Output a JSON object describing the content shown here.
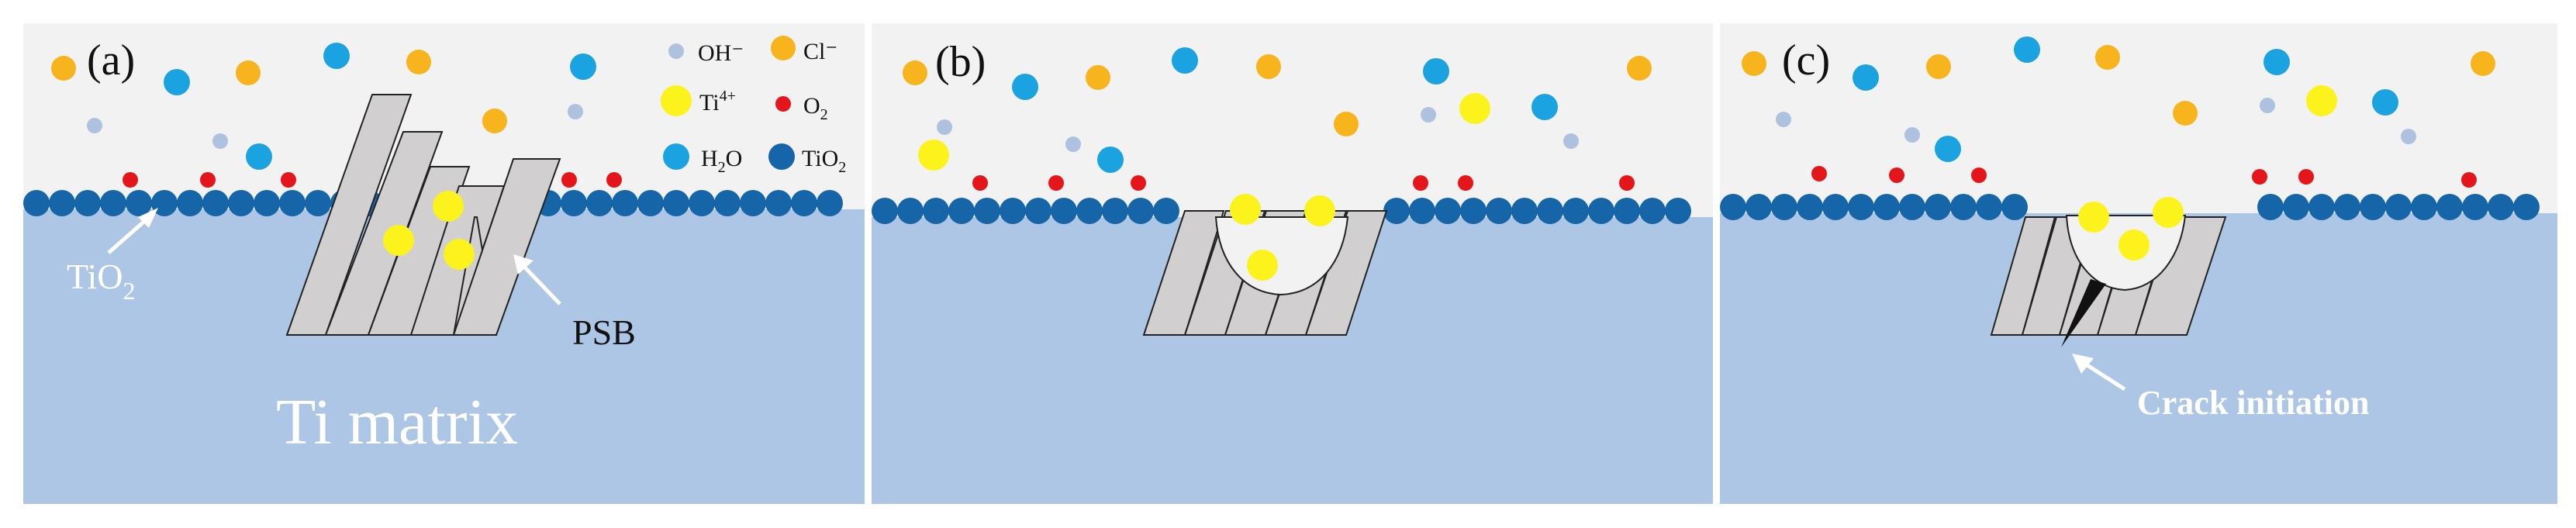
{
  "panels": [
    {
      "label": "(a)"
    },
    {
      "label": "(b)"
    },
    {
      "label": "(c)"
    }
  ],
  "legend": {
    "oh": "OH⁻",
    "cl": "Cl⁻",
    "ti4_base": "Ti",
    "ti4_sup": "4+",
    "o2_base": "O",
    "o2_sub": "2",
    "h2o_a": "H",
    "h2o_sub": "2",
    "h2o_b": "O",
    "tio2_base": "TiO",
    "tio2_sub": "2"
  },
  "annotations": {
    "tio2_base": "TiO",
    "tio2_sub": "2",
    "psb": "PSB",
    "matrix": "Ti matrix",
    "crack": "Crack initiation"
  },
  "colors": {
    "solution": "#f2f2f2",
    "matrix": "#aec6e6",
    "film": "#1565a8",
    "cl": "#f7b41c",
    "oh": "#aec2e0",
    "water": "#1aa3e0",
    "o2": "#e5151c",
    "ti4": "#fcf21c",
    "psb": "#d1cfd0"
  }
}
